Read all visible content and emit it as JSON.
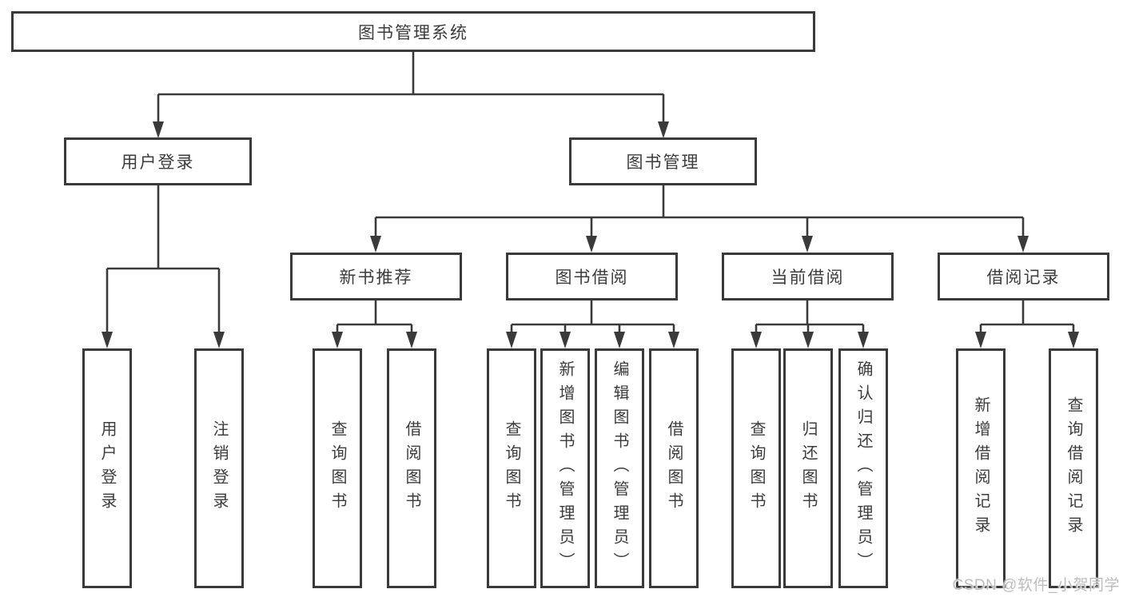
{
  "tree": {
    "label": "图书管理系统",
    "children": [
      {
        "label": "用户登录",
        "children": [
          {
            "label": "用户登录"
          },
          {
            "label": "注销登录"
          }
        ]
      },
      {
        "label": "图书管理",
        "children": [
          {
            "label": "新书推荐",
            "children": [
              {
                "label": "查询图书"
              },
              {
                "label": "借阅图书"
              }
            ]
          },
          {
            "label": "图书借阅",
            "children": [
              {
                "label": "查询图书"
              },
              {
                "label": "新增图书（管理员）"
              },
              {
                "label": "编辑图书（管理员）"
              },
              {
                "label": "借阅图书"
              }
            ]
          },
          {
            "label": "当前借阅",
            "children": [
              {
                "label": "查询图书"
              },
              {
                "label": "归还图书"
              },
              {
                "label": "确认归还（管理员）"
              }
            ]
          },
          {
            "label": "借阅记录",
            "children": [
              {
                "label": "新增借阅记录"
              },
              {
                "label": "查询借阅记录"
              }
            ]
          }
        ]
      }
    ]
  },
  "watermark": {
    "text": "CSDN @软件_小贺同学"
  },
  "colors": {
    "line": "#3a3a3a",
    "box_border": "#3a3a3a",
    "text": "#3c3c3c",
    "background": "#ffffff",
    "watermark": "#bdbdbd"
  }
}
